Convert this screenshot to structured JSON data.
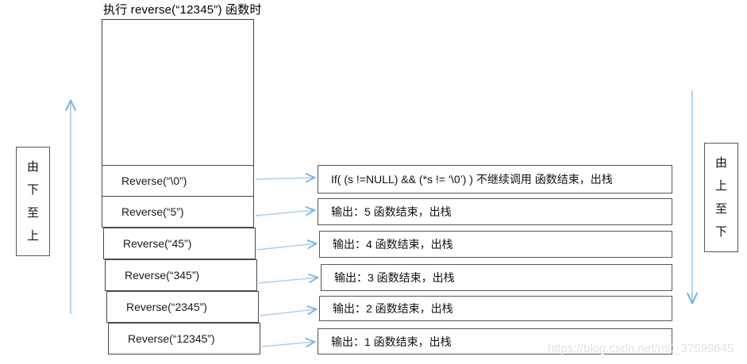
{
  "diagram": {
    "title": "执行 reverse(“12345”) 函数时",
    "watermark": "https://blog.csdn.net/m0_37599645",
    "accent_color": "#7eb3e0",
    "border_color": "#565656",
    "stack": {
      "name": "call-stack",
      "frames": [
        {
          "label": "Reverse(“\\0”)"
        },
        {
          "label": "Reverse(“5”)"
        },
        {
          "label": "Reverse(“45”)"
        },
        {
          "label": "Reverse(“345”)"
        },
        {
          "label": "Reverse(“2345”)"
        },
        {
          "label": "Reverse(“12345”)"
        }
      ]
    },
    "results": [
      {
        "label": "If( (s !=NULL) && (*s != ‘\\0’) )  不继续调用  函数结束，出栈"
      },
      {
        "label": "输出：5 函数结束，出栈"
      },
      {
        "label": "输出：4 函数结束，出栈"
      },
      {
        "label": "输出：3 函数结束，出栈"
      },
      {
        "label": "输出：2 函数结束，出栈"
      },
      {
        "label": "输出：1 函数结束，出栈"
      }
    ],
    "left_label": {
      "name": "bottom-to-top-label",
      "chars": [
        "由",
        "下",
        "至",
        "上"
      ]
    },
    "right_label": {
      "name": "top-to-bottom-label",
      "chars": [
        "由",
        "上",
        "至",
        "下"
      ]
    }
  }
}
